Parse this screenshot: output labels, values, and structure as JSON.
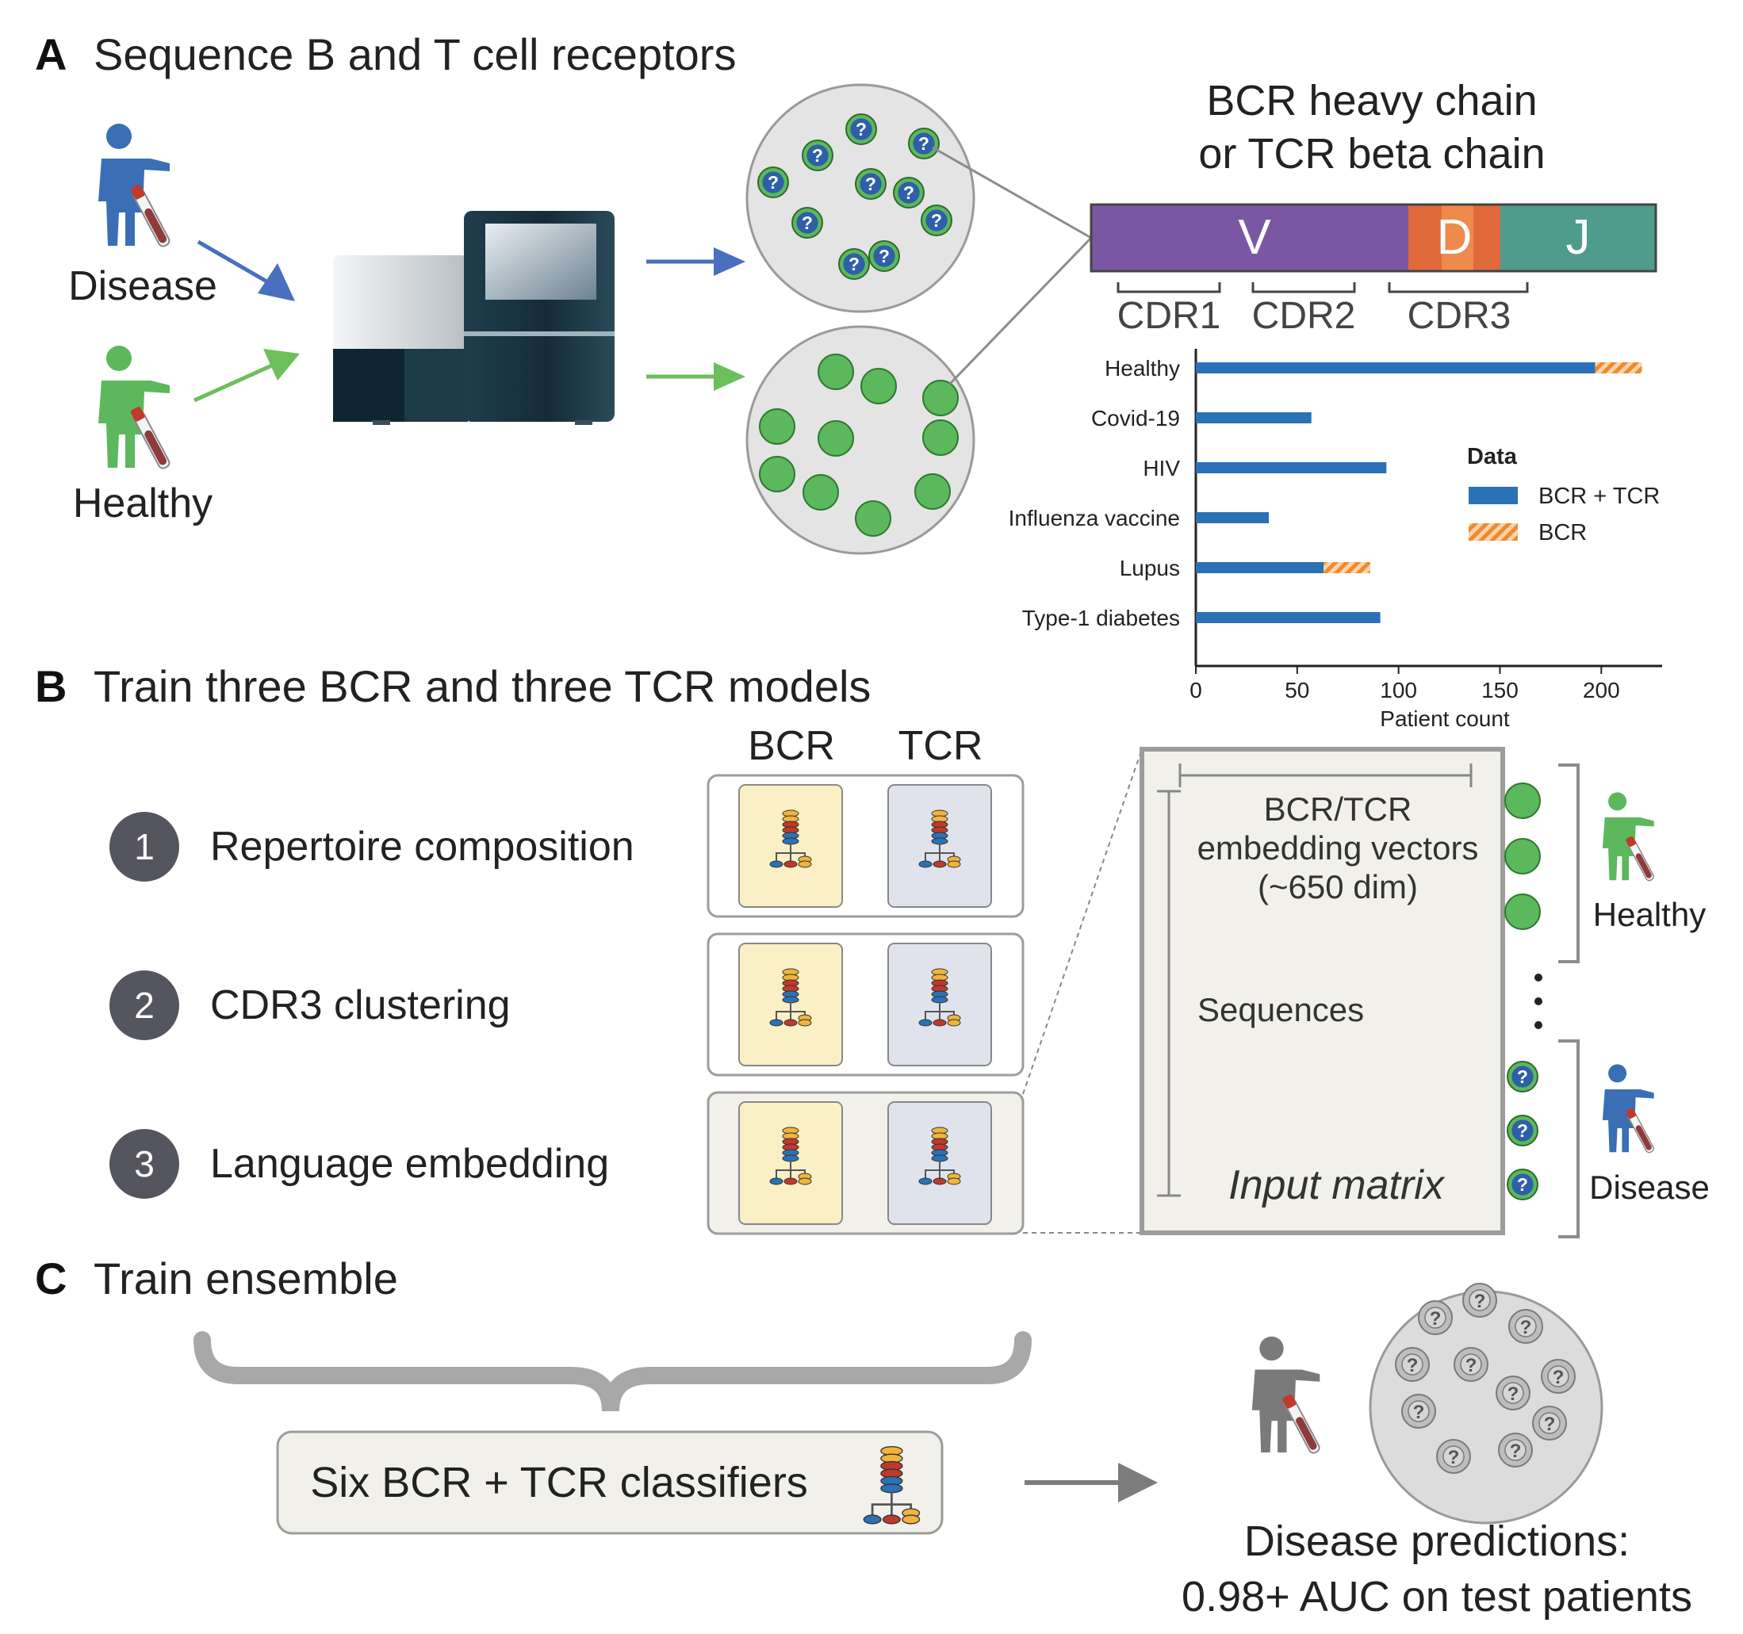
{
  "panels": {
    "a": {
      "letter": "A",
      "title": "Sequence B and T cell receptors"
    },
    "b": {
      "letter": "B",
      "title": "Train three BCR and three TCR models"
    },
    "c": {
      "letter": "C",
      "title": "Train ensemble"
    }
  },
  "patients": {
    "disease_label": "Disease",
    "healthy_label": "Healthy"
  },
  "chain": {
    "title_line1": "BCR heavy chain",
    "title_line2": "or TCR beta chain",
    "segments": [
      {
        "label": "V",
        "color": "#7b57a3"
      },
      {
        "label": "D",
        "color": "#e06a3b"
      },
      {
        "label": "J",
        "color": "#4f9b8e"
      }
    ],
    "cdrs": [
      "CDR1",
      "CDR2",
      "CDR3"
    ]
  },
  "chart_data": {
    "type": "bar",
    "orientation": "horizontal",
    "categories": [
      "Healthy",
      "Covid-19",
      "HIV",
      "Influenza vaccine",
      "Lupus",
      "Type-1 diabetes"
    ],
    "series": [
      {
        "name": "BCR + TCR",
        "values": [
          197,
          57,
          94,
          36,
          63,
          91
        ],
        "color": "#2a72b5",
        "pattern": "solid"
      },
      {
        "name": "BCR",
        "values": [
          23,
          0,
          0,
          0,
          23,
          0
        ],
        "color": "#f08a2c",
        "pattern": "hatched"
      }
    ],
    "stacked": true,
    "xlabel": "Patient count",
    "xlim": [
      0,
      230
    ],
    "xticks": [
      0,
      50,
      100,
      150,
      200
    ],
    "legend_title": "Data",
    "legend_position": "right",
    "grid": false
  },
  "models": {
    "column_headers": [
      "BCR",
      "TCR"
    ],
    "items": [
      {
        "number": "1",
        "label": "Repertoire composition"
      },
      {
        "number": "2",
        "label": "CDR3 clustering"
      },
      {
        "number": "3",
        "label": "Language embedding"
      }
    ]
  },
  "matrix": {
    "line1": "BCR/TCR",
    "line2": "embedding vectors",
    "line3": "(~650 dim)",
    "rows_label": "Sequences",
    "caption": "Input matrix"
  },
  "ensemble": {
    "classifiers_label": "Six BCR + TCR classifiers",
    "result_line1": "Disease predictions:",
    "result_line2": "0.98+ AUC on test patients"
  },
  "colors": {
    "disease_blue": "#3a6fb5",
    "healthy_green": "#5cb85c",
    "arrow_blue": "#4a6fc0",
    "arrow_green": "#6cbf5a",
    "bcr_box": "#fbefc6",
    "tcr_box": "#e1e3ec",
    "step_circle": "#55555f",
    "grey_figure": "#7a7a7a"
  },
  "icons": {
    "person": "person-pointing-icon",
    "tube": "blood-tube-icon",
    "sequencer": "sequencer-machine-icon",
    "tree": "decision-tree-icon",
    "question": "question-mark-icon"
  }
}
